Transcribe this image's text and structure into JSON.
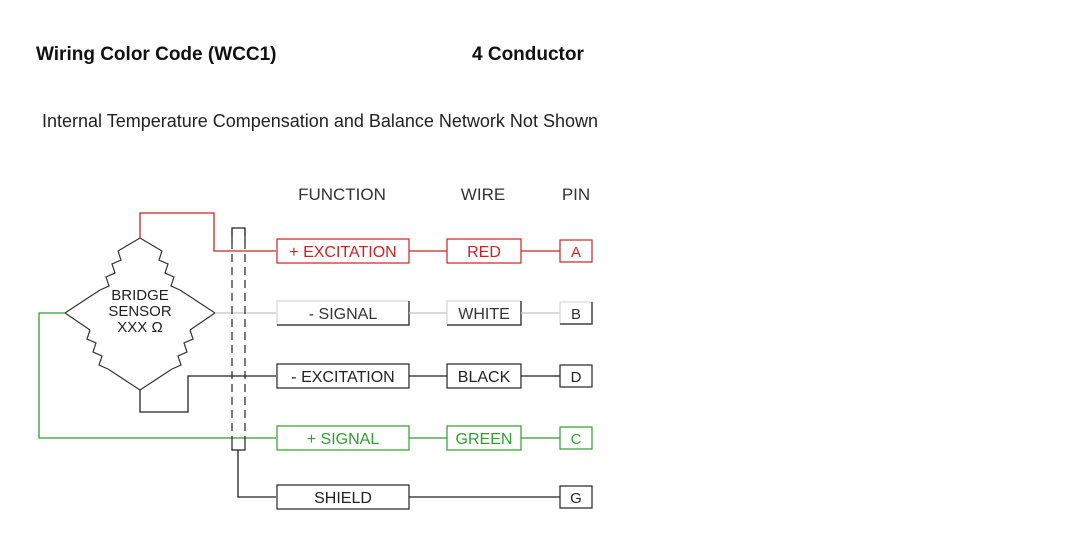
{
  "header": {
    "left_title": "Wiring Color Code (WCC1)",
    "right_title": "4 Conductor",
    "subtitle": "Internal Temperature Compensation and Balance Network Not Shown"
  },
  "diagram": {
    "column_headers": {
      "function": "FUNCTION",
      "wire": "WIRE",
      "pin": "PIN"
    },
    "sensor_label": {
      "line1": "BRIDGE",
      "line2": "SENSOR",
      "line3": "XXX Ω"
    },
    "rows": [
      {
        "function": "+ EXCITATION",
        "wire": "RED",
        "pin": "A",
        "color": "#cc2222"
      },
      {
        "function": "- SIGNAL",
        "wire": "WHITE",
        "pin": "B",
        "color": "#bdbdbd"
      },
      {
        "function": "- EXCITATION",
        "wire": "BLACK",
        "pin": "D",
        "color": "#222222"
      },
      {
        "function": "+ SIGNAL",
        "wire": "GREEN",
        "pin": "C",
        "color": "#2e9e2e"
      },
      {
        "function": "SHIELD",
        "wire": "",
        "pin": "G",
        "color": "#222222"
      }
    ]
  }
}
